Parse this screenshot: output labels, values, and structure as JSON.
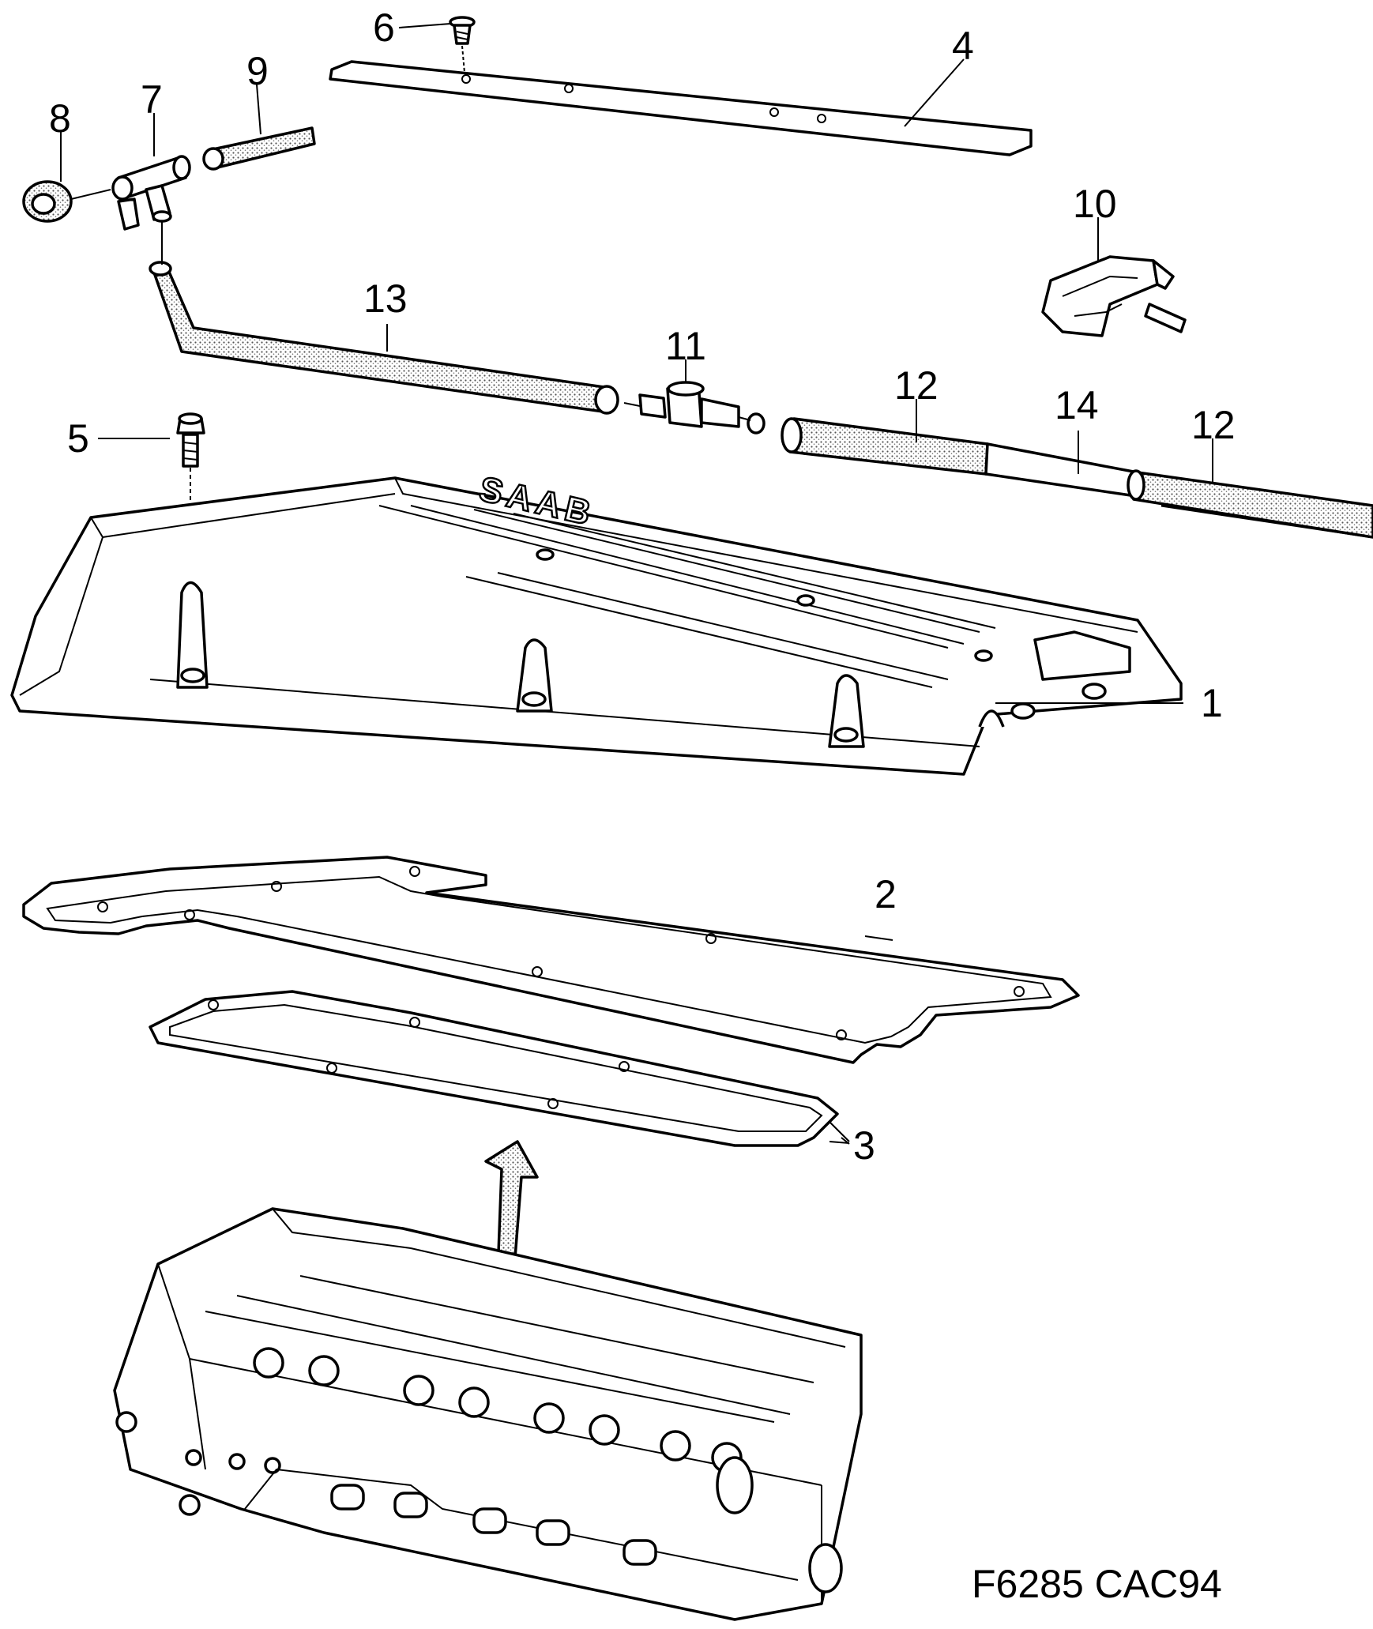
{
  "diagram": {
    "figure_code": "F6285 CAC94",
    "brand_mark": "SAAB",
    "callouts": [
      {
        "id": "c1",
        "label": "1"
      },
      {
        "id": "c2",
        "label": "2"
      },
      {
        "id": "c3",
        "label": "3"
      },
      {
        "id": "c4",
        "label": "4"
      },
      {
        "id": "c5",
        "label": "5"
      },
      {
        "id": "c6",
        "label": "6"
      },
      {
        "id": "c7",
        "label": "7"
      },
      {
        "id": "c8",
        "label": "8"
      },
      {
        "id": "c9",
        "label": "9"
      },
      {
        "id": "c10",
        "label": "10"
      },
      {
        "id": "c11",
        "label": "11"
      },
      {
        "id": "c12a",
        "label": "12"
      },
      {
        "id": "c12b",
        "label": "12"
      },
      {
        "id": "c13",
        "label": "13"
      },
      {
        "id": "c14",
        "label": "14"
      }
    ]
  }
}
